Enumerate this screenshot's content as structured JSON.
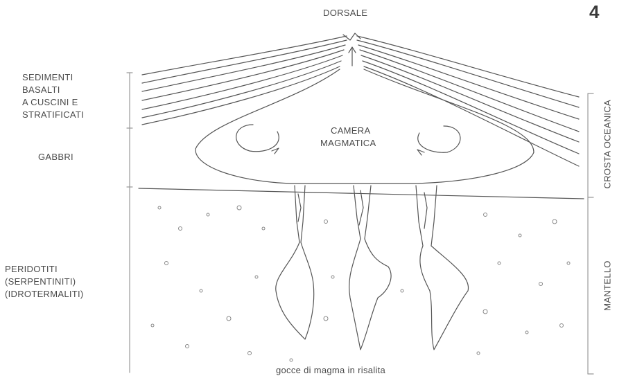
{
  "figure": {
    "number": "4"
  },
  "labels": {
    "dorsale": "DORSALE",
    "sedimenti": "SEDIMENTI",
    "basalti": "BASALTI",
    "cuscini": "A CUSCINI E",
    "stratificati": "STRATIFICATI",
    "gabbri": "GABBRI",
    "camera_line1": "CAMERA",
    "camera_line2": "MAGMATICA",
    "peridotiti": "PERIDOTITI",
    "serpentiniti": "(SERPENTINITI)",
    "idrotermaliti": "(IDROTERMALITI)",
    "crosta": "CROSTA OCEANICA",
    "mantello": "MANTELLO",
    "gocce": "gocce di magma in risalita"
  },
  "colors": {
    "ink": "#4a4a4a",
    "background": "#ffffff"
  }
}
